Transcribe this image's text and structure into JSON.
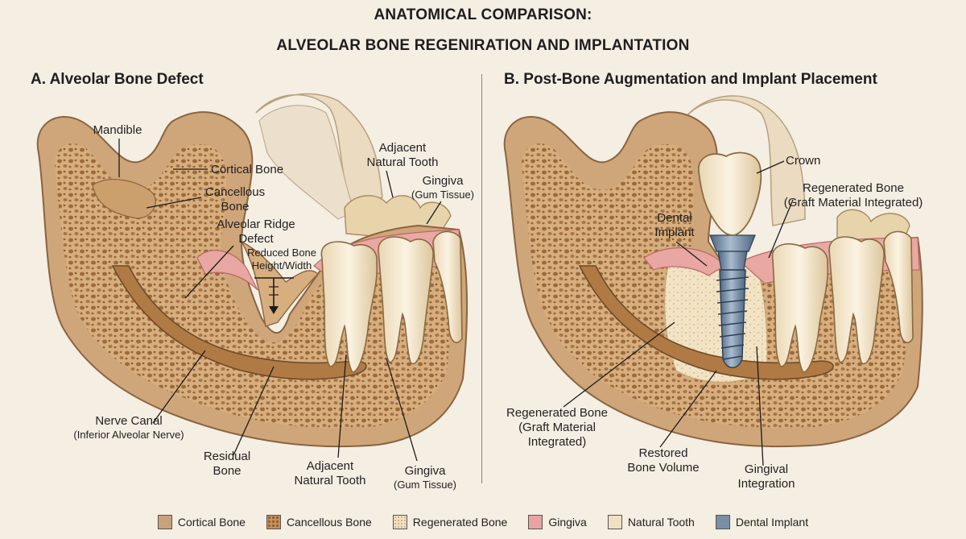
{
  "title": {
    "line1": "ANATOMICAL COMPARISON:",
    "line2": "ALVEOLAR BONE REGENIRATION AND IMPLANTATION"
  },
  "panels": {
    "a": {
      "heading": "A. Alveolar Bone Defect",
      "labels": {
        "mandible": "Mandible",
        "cortical": "Cortical Bone",
        "cancellous_1": "Cancellous",
        "cancellous_2": "Bone",
        "ridge_1": "Alveolar Ridge",
        "ridge_2": "Defect",
        "reduced_1": "Reduced Bone",
        "reduced_2": "Height/Width",
        "adjacent_top_1": "Adjacent",
        "adjacent_top_2": "Natural Tooth",
        "gingiva_top": "Gingiva",
        "gingiva_top_sub": "(Gum Tissue)",
        "nerve": "Nerve Canal",
        "nerve_sub": "(Inferior Alveolar Nerve)",
        "residual_1": "Residual",
        "residual_2": "Bone",
        "adjacent_bottom_1": "Adjacent",
        "adjacent_bottom_2": "Natural Tooth",
        "gingiva_bottom": "Gingiva",
        "gingiva_bottom_sub": "(Gum Tissue)"
      }
    },
    "b": {
      "heading": "B. Post-Bone Augmentation and Implant Placement",
      "labels": {
        "crown": "Crown",
        "regen_top_1": "Regenerated Bone",
        "regen_top_2": "(Graft Material Integrated)",
        "implant_1": "Dental",
        "implant_2": "Implant",
        "regen_bottom_1": "Regenerated Bone",
        "regen_bottom_2": "(Graft Material",
        "regen_bottom_3": "Integrated)",
        "restored_1": "Restored",
        "restored_2": "Bone Volume",
        "gingival_1": "Gingival",
        "gingival_2": "Integration"
      }
    }
  },
  "legend": [
    {
      "label": "Cortical Bone",
      "color": "#c9a27a"
    },
    {
      "label": "Cancellous Bone",
      "color": "#c88f5c"
    },
    {
      "label": "Regenerated Bone",
      "color": "#efe1c2"
    },
    {
      "label": "Gingiva",
      "color": "#eaa3a0"
    },
    {
      "label": "Natural Tooth",
      "color": "#efe0c2"
    },
    {
      "label": "Dental Implant",
      "color": "#7a8fa6"
    }
  ]
}
